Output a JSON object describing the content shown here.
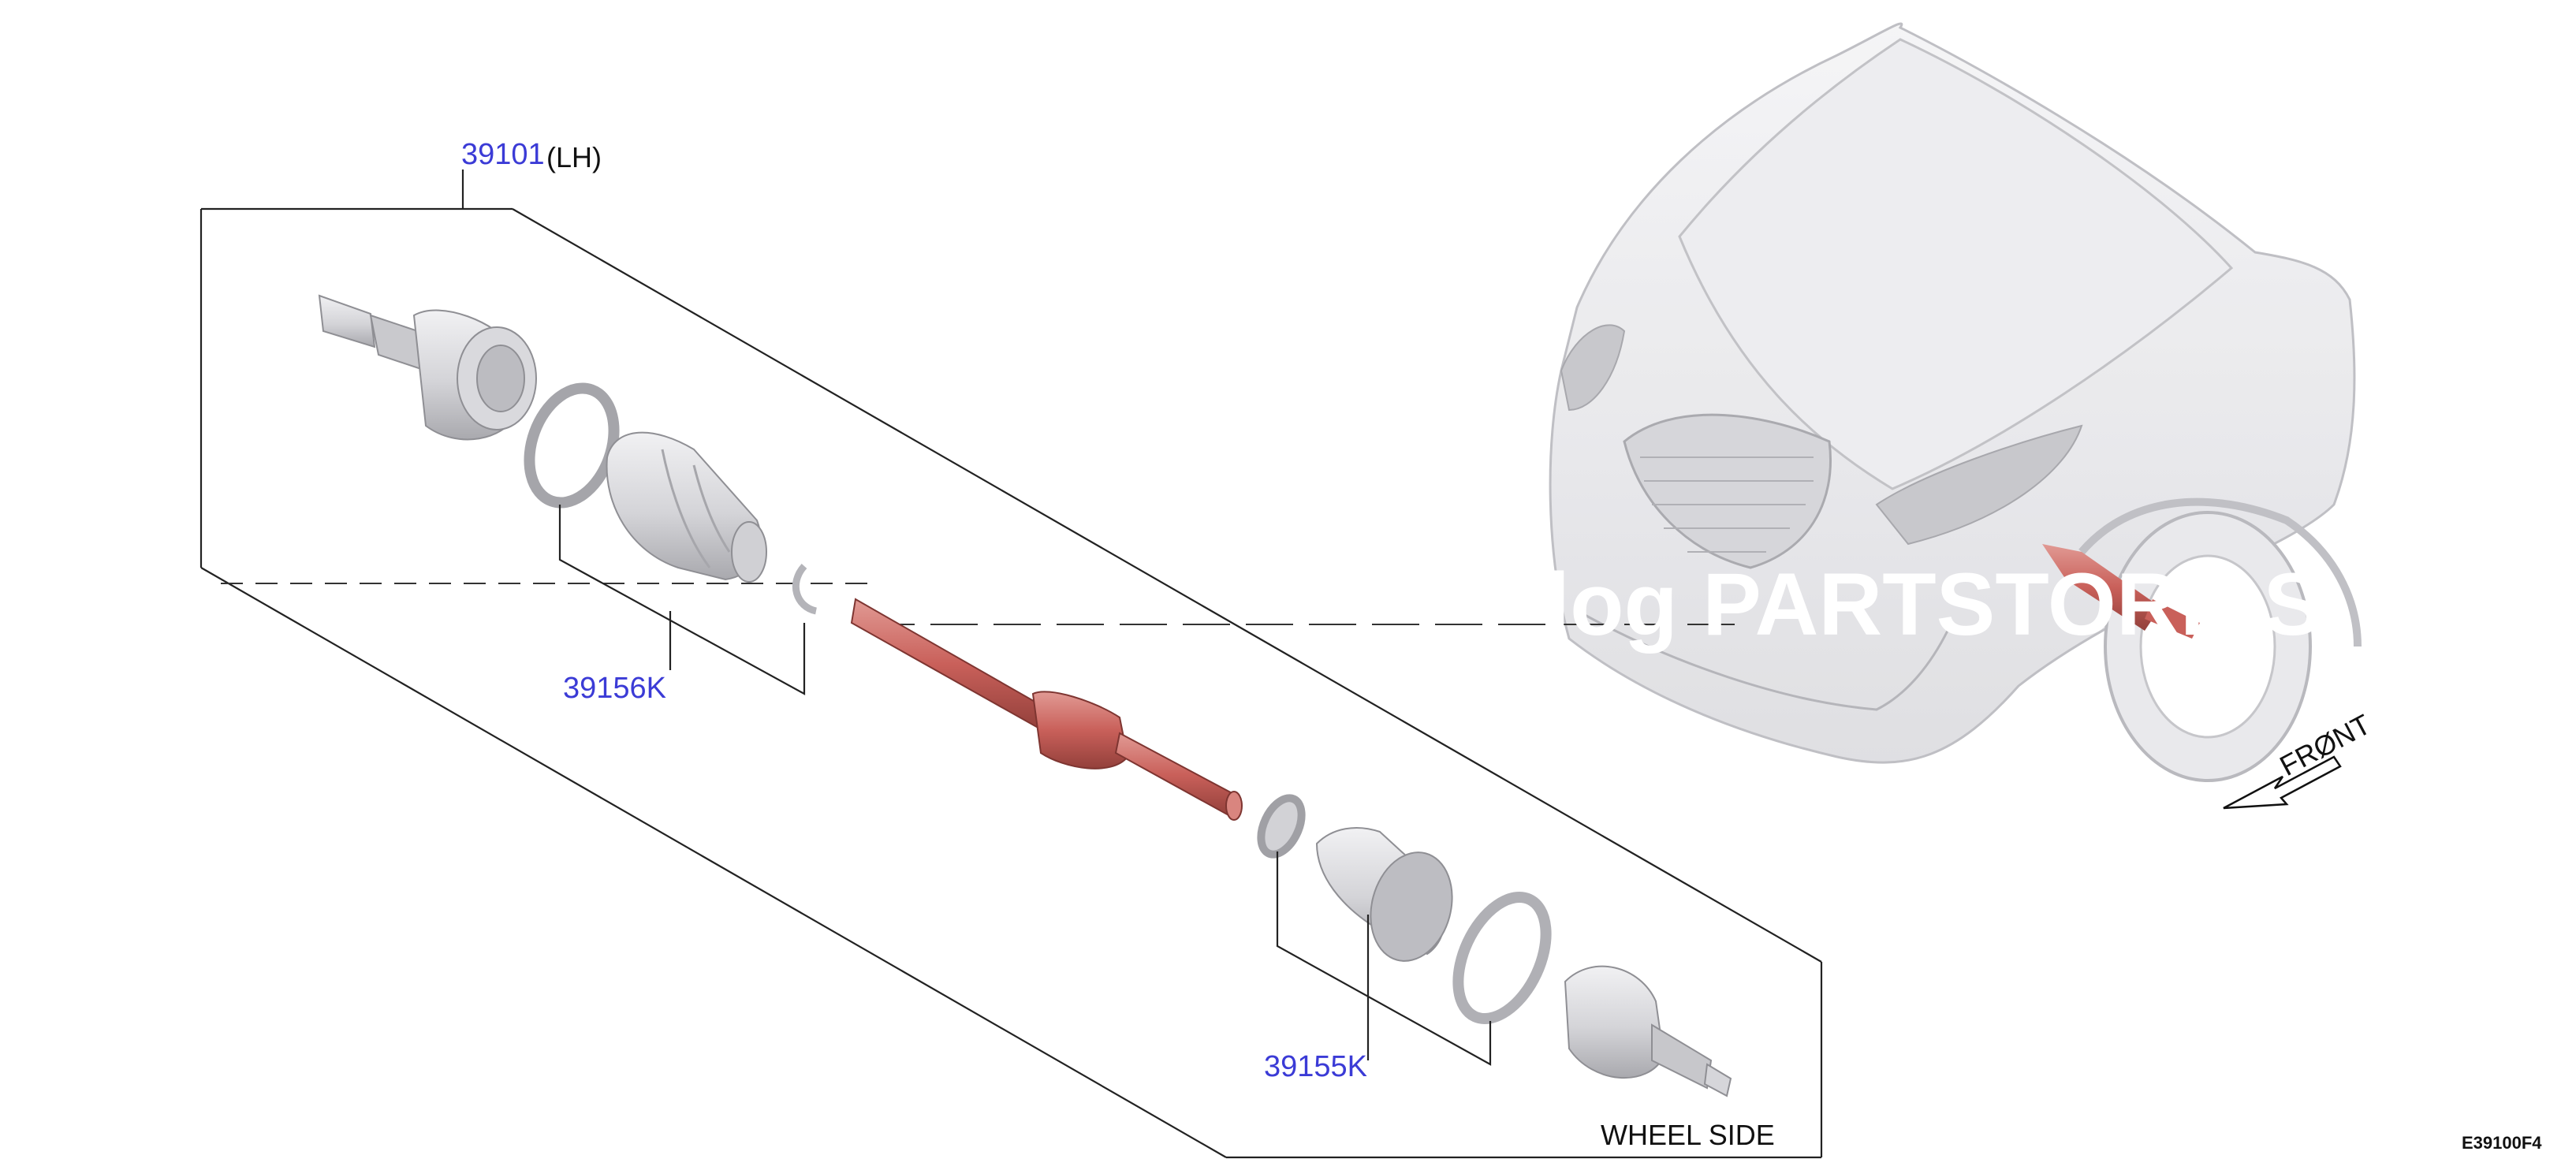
{
  "labels": {
    "assembly_part": "39101",
    "assembly_side": "(LH)",
    "inner_boot_kit": "39156K",
    "outer_boot_kit": "39155K",
    "wheel_side": "WHEEL SIDE",
    "front": "FRØNT",
    "diagram_code": "E39100F4"
  },
  "watermark": {
    "visible_text": "log PARTSTORE.S"
  },
  "colors": {
    "part_number": "#3b3bd6",
    "highlight_shaft": "#c9605a",
    "part_grey": "#cfcfd2",
    "line": "#222222"
  }
}
